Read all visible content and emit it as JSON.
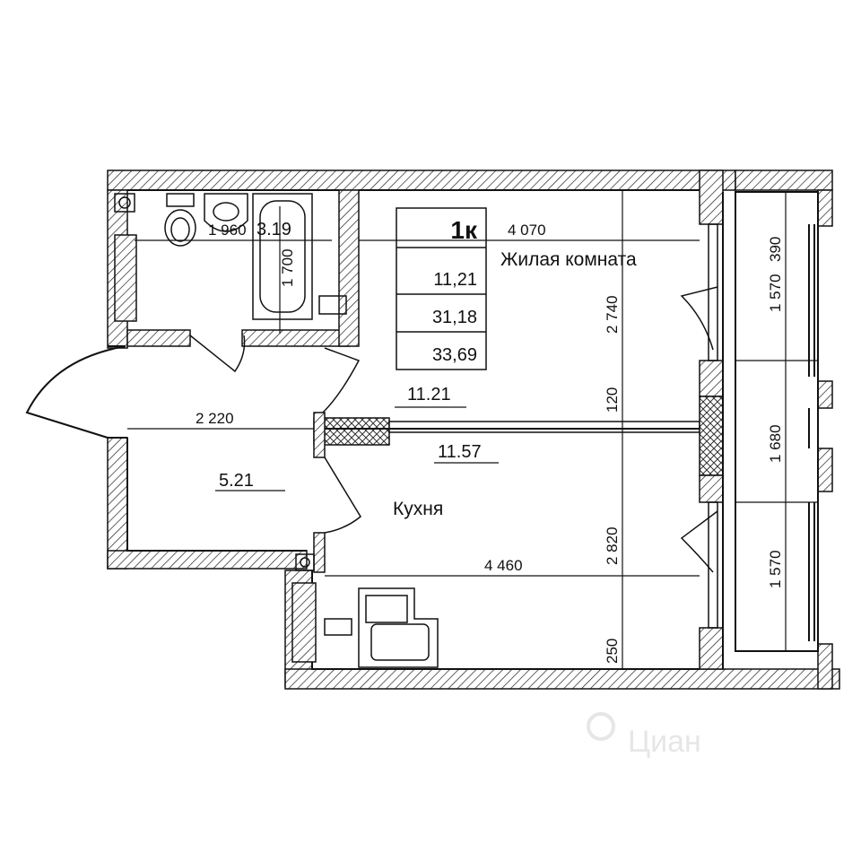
{
  "plan": {
    "badge": {
      "type": "1к",
      "living_area": "11,21",
      "total_area_no_balcony": "31,18",
      "total_area": "33,69"
    },
    "rooms": {
      "living": {
        "name": "Жилая комната",
        "area": "11.21"
      },
      "kitchen": {
        "name": "Кухня",
        "area": "11.57"
      },
      "hall": {
        "area": "5.21"
      },
      "bath": {
        "area": "3.19"
      }
    },
    "dimensions": {
      "living_width": "4 070",
      "living_depth": "2 740",
      "partition": "120",
      "kitchen_depth": "2 820",
      "kitchen_width": "4 460",
      "bottom_wall": "250",
      "hall_width": "2 220",
      "bath_width": "1 960",
      "bath_depth": "1 700",
      "balcony_top": "1 570",
      "balcony_gap": "390",
      "balcony_mid": "1 680",
      "balcony_bottom": "1 570"
    },
    "watermark": "Циан"
  }
}
